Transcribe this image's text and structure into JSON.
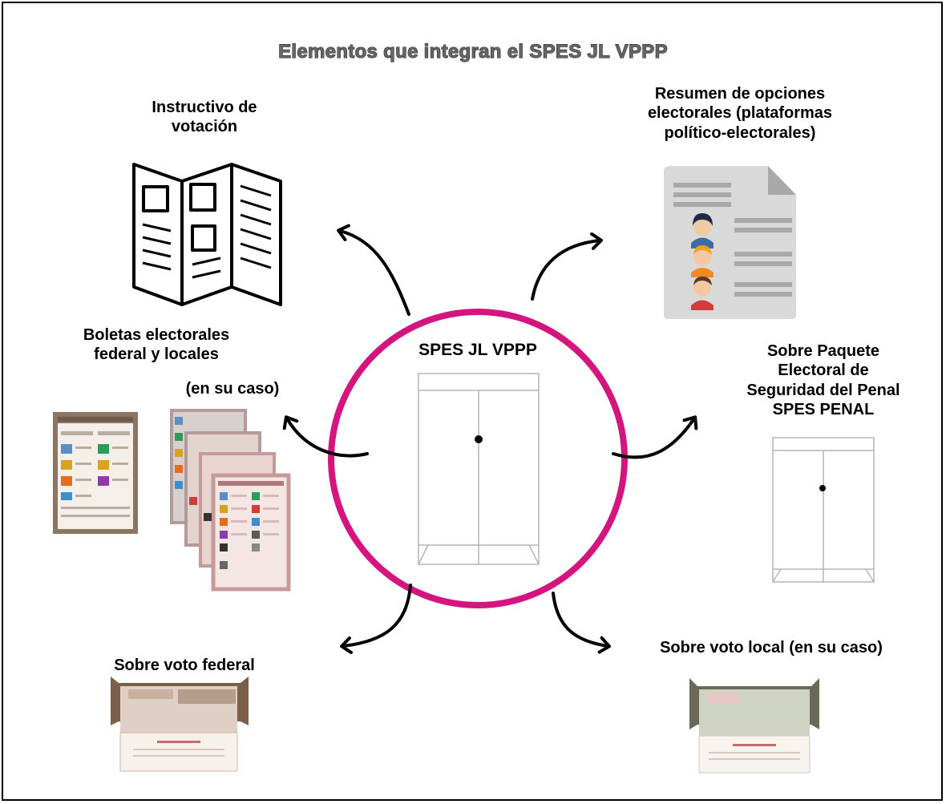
{
  "title": "Elementos que integran el SPES JL VPPP",
  "center": {
    "label": "SPES JL VPPP"
  },
  "items": {
    "instructivo": "Instructivo de\nvotación",
    "resumen": "Resumen de opciones\nelectorales (plataformas\npolítico-electorales)",
    "boletas_line1": "Boletas electorales\nfederal y locales",
    "boletas_line2": "(en su caso)",
    "sobre_penal": "Sobre Paquete\nElectoral de\nSeguridad del  Penal\nSPES PENAL",
    "sobre_federal": "Sobre voto federal",
    "sobre_local": "Sobre voto local (en su caso)"
  },
  "colors": {
    "circle": "#d4147f",
    "federal_envelope": "#7a6049",
    "local_envelope": "#6b6a5a",
    "ballot_federal": "#8c7563",
    "ballot_local": "#c79a9a"
  }
}
